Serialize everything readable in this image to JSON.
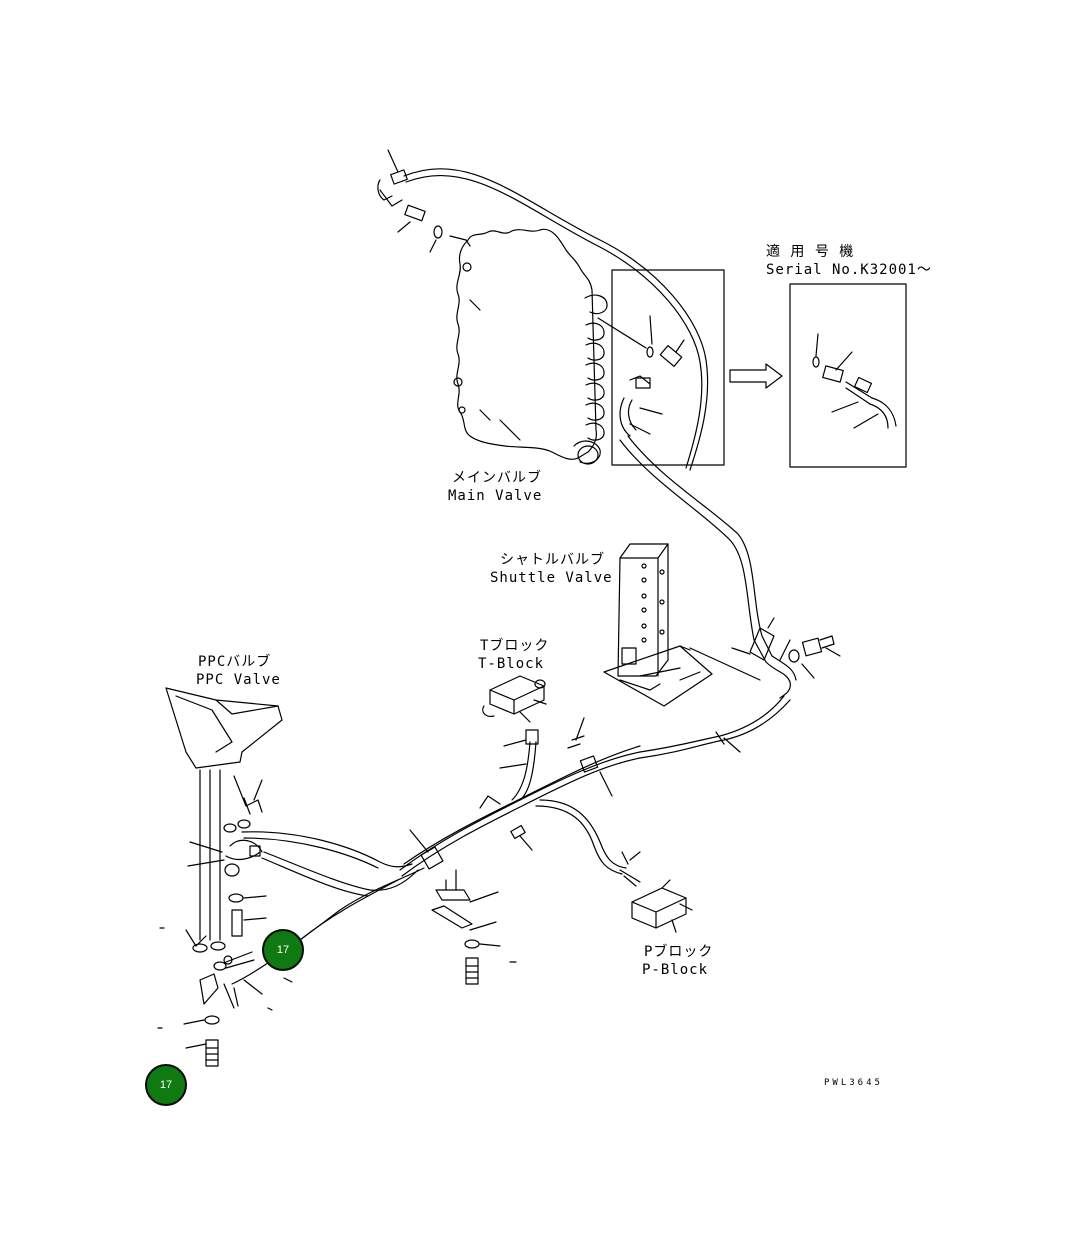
{
  "labels": {
    "serial_ja": "適 用 号 機",
    "serial_en": "Serial No.K32001～",
    "main_valve_ja": "メインバルブ",
    "main_valve_en": "Main Valve",
    "shuttle_valve_ja": "シャトルバルブ",
    "shuttle_valve_en": "Shuttle Valve",
    "t_block_ja": "Tブロック",
    "t_block_en": "T-Block",
    "ppc_valve_ja": "PPCバルブ",
    "ppc_valve_en": "PPC Valve",
    "p_block_ja": "Pブロック",
    "p_block_en": "P-Block"
  },
  "drawing_code": "PWL3645",
  "callouts": [
    "17",
    "17"
  ],
  "colors": {
    "callout_fill": "#0f7a12",
    "line": "#000000"
  }
}
